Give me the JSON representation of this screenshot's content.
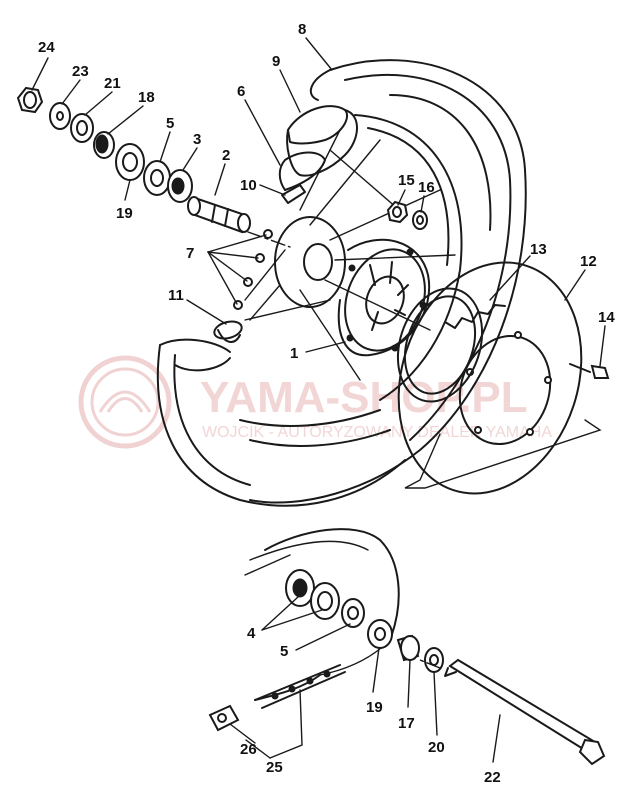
{
  "diagram": {
    "type": "exploded-parts-diagram",
    "subject": "rear-wheel-assembly",
    "ink_color": "#1a1a1a",
    "background": "#ffffff",
    "watermark": {
      "brand_text": "YAMA-SHOP.PL",
      "sub_text": "WOJCIK - AUTORYZOWANY DEALER YAMAHA",
      "color": "#e8b4b4",
      "logo": "tuning-fork-emblem"
    },
    "callouts": [
      {
        "id": "24",
        "label": "24"
      },
      {
        "id": "23",
        "label": "23"
      },
      {
        "id": "21",
        "label": "21"
      },
      {
        "id": "18",
        "label": "18"
      },
      {
        "id": "5a",
        "label": "5"
      },
      {
        "id": "3",
        "label": "3"
      },
      {
        "id": "2",
        "label": "2"
      },
      {
        "id": "19a",
        "label": "19"
      },
      {
        "id": "8",
        "label": "8"
      },
      {
        "id": "9",
        "label": "9"
      },
      {
        "id": "6",
        "label": "6"
      },
      {
        "id": "10",
        "label": "10"
      },
      {
        "id": "15",
        "label": "15"
      },
      {
        "id": "16",
        "label": "16"
      },
      {
        "id": "7",
        "label": "7"
      },
      {
        "id": "13",
        "label": "13"
      },
      {
        "id": "12",
        "label": "12"
      },
      {
        "id": "11",
        "label": "11"
      },
      {
        "id": "14",
        "label": "14"
      },
      {
        "id": "1",
        "label": "1"
      },
      {
        "id": "4",
        "label": "4"
      },
      {
        "id": "5b",
        "label": "5"
      },
      {
        "id": "19b",
        "label": "19"
      },
      {
        "id": "17",
        "label": "17"
      },
      {
        "id": "20",
        "label": "20"
      },
      {
        "id": "22",
        "label": "22"
      },
      {
        "id": "26",
        "label": "26"
      },
      {
        "id": "25",
        "label": "25"
      }
    ]
  }
}
